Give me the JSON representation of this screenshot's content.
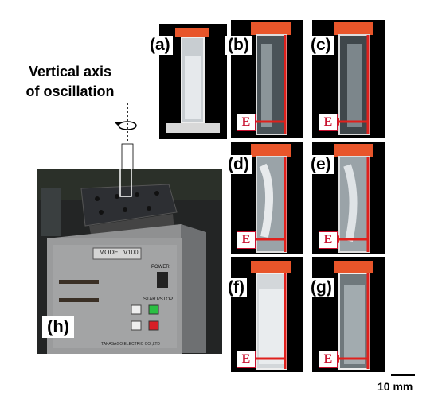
{
  "annotation": {
    "line1": "Vertical axis",
    "line2": "of oscillation"
  },
  "panels": [
    {
      "id": "a",
      "label": "(a)"
    },
    {
      "id": "b",
      "label": "(b)",
      "field": "E"
    },
    {
      "id": "c",
      "label": "(c)",
      "field": "E"
    },
    {
      "id": "d",
      "label": "(d)",
      "field": "E"
    },
    {
      "id": "e",
      "label": "(e)",
      "field": "E"
    },
    {
      "id": "f",
      "label": "(f)",
      "field": "E"
    },
    {
      "id": "g",
      "label": "(g)",
      "field": "E"
    },
    {
      "id": "h",
      "label": "(h)"
    }
  ],
  "device": {
    "model_plate": "MODEL V100",
    "power_label": "POWER",
    "start_stop_label": "START/STOP",
    "brand_text": "TAKASAGO ELECTRIC CO.,LTD"
  },
  "scale_bar": {
    "label": "10 mm"
  },
  "colors": {
    "field_arrow": "#e0201c",
    "clamp": "#e8552a",
    "background": "#000000"
  }
}
